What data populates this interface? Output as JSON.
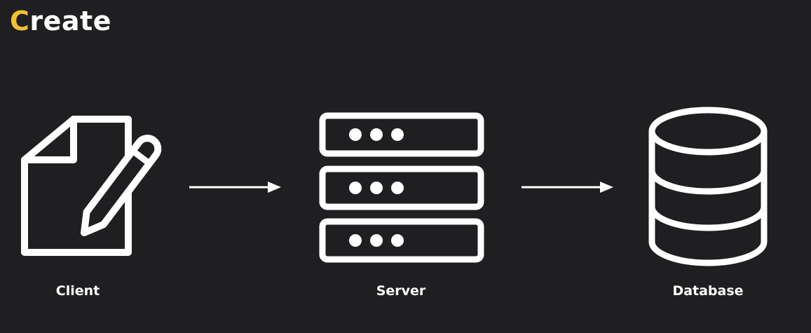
{
  "title": {
    "first_letter": "C",
    "rest": "reate"
  },
  "nodes": [
    {
      "label": "Client",
      "icon": "document-pencil-icon"
    },
    {
      "label": "Server",
      "icon": "server-stack-icon"
    },
    {
      "label": "Database",
      "icon": "database-icon"
    }
  ],
  "edges": [
    {
      "from": "Client",
      "to": "Server"
    },
    {
      "from": "Server",
      "to": "Database"
    }
  ],
  "colors": {
    "background": "#1f1f21",
    "foreground": "#ffffff",
    "accent": "#f2c12e"
  }
}
